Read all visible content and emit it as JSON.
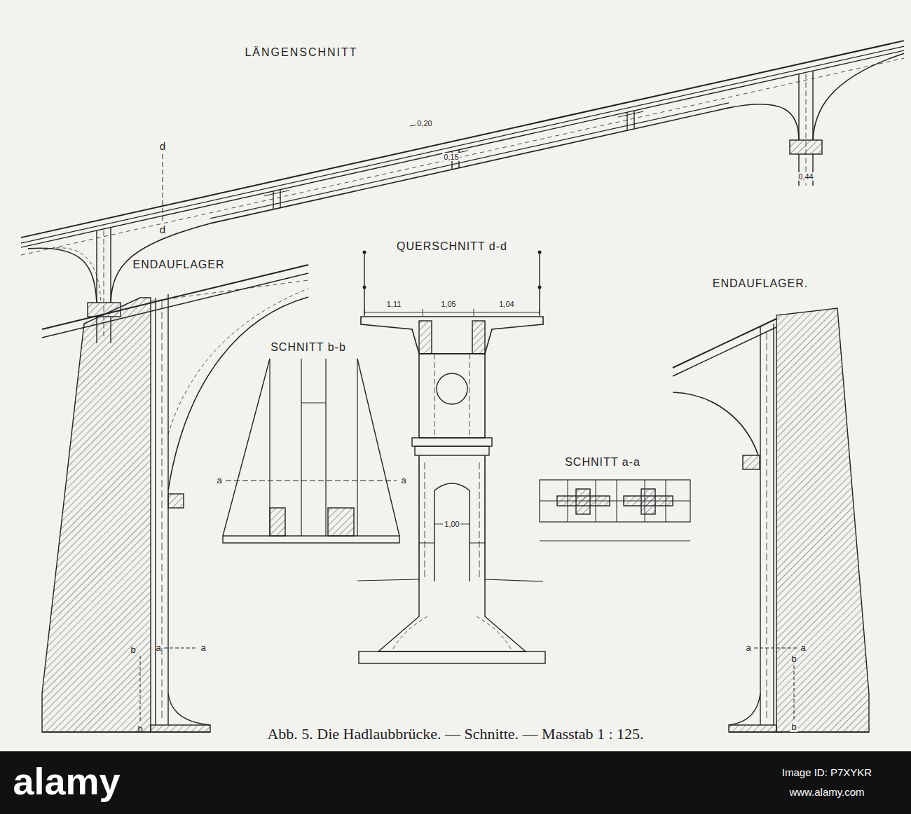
{
  "diagram": {
    "caption": "Abb. 5. Die Hadlaubbrücke. — Schnitte. — Masstab 1 : 125.",
    "labels": [
      "LÄNGENSCHNITT",
      "0,20",
      "0,15",
      "0,44",
      "d",
      "d",
      "ENDAUFLAGER",
      "QUERSCHNITT d-d",
      "1,11",
      "1,05",
      "1,04",
      "SCHNITT b-b",
      "ENDAUFLAGER.",
      "SCHNITT a-a",
      "a",
      "a",
      "1,00",
      "b",
      "a",
      "a",
      "b",
      "a",
      "a",
      "b",
      "b",
      "alamy",
      "Image ID: P7XYKR",
      "www.alamy.com"
    ]
  }
}
